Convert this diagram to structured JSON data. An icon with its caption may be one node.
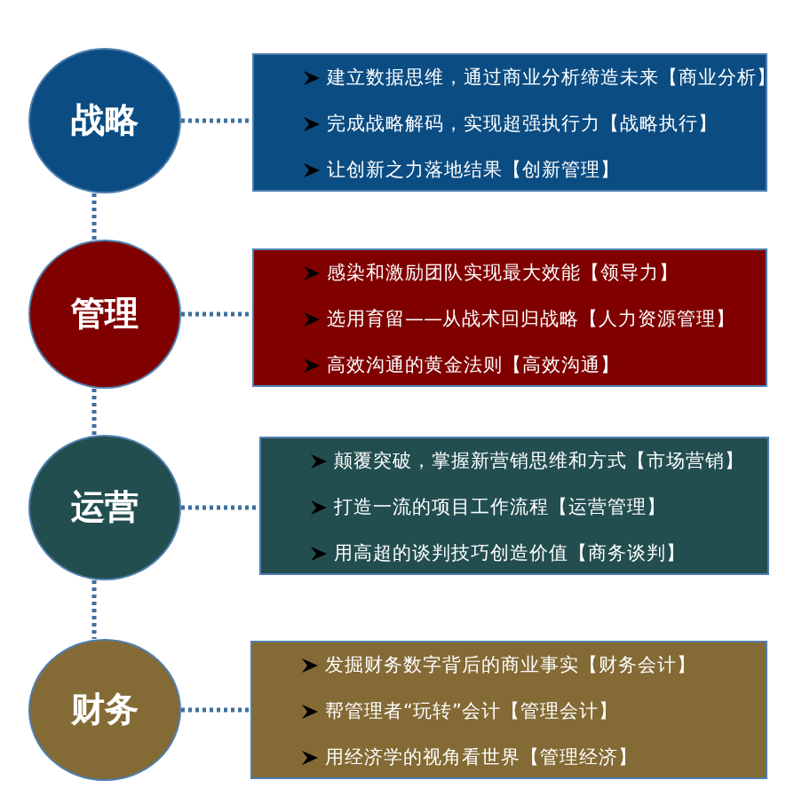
{
  "diagram": {
    "nodes": [
      {
        "text": [
          "战略"
        ]
      },
      {
        "text": [
          "建立数据思维，通过商业分析缔造未来【商业分析】",
          "完成战略解码，实现超强执行力【战略执行】",
          "让创新之力落地结果【创新管理】"
        ]
      },
      {
        "text": [
          "管理"
        ]
      },
      {
        "text": [
          "感染和激励团队实现最大效能【领导力】",
          "选用育留——从战术回归战略【人力资源管理】",
          "高效沟通的黄金法则【高效沟通】"
        ]
      },
      {
        "text": [
          "运营"
        ]
      },
      {
        "text": [
          "颠覆突破，掌握新营销思维和方式【市场营销】",
          "打造一流的项目工作流程【运营管理】",
          "用高超的谈判技巧创造价值【商务谈判】"
        ]
      },
      {
        "text": [
          "财务"
        ]
      },
      {
        "text": [
          "发掘财务数字背后的商业事实【财务会计】",
          "帮管理者“玩转”会计【管理会计】",
          "用经济学的视角看世界【管理经济】"
        ]
      }
    ],
    "edges": [
      {
        "from": 0,
        "to": 1,
        "arrow": "none",
        "style": "dashed"
      },
      {
        "from": 2,
        "to": 3,
        "arrow": "none",
        "style": "dashed"
      },
      {
        "from": 4,
        "to": 5,
        "arrow": "none",
        "style": "dashed"
      },
      {
        "from": 6,
        "to": 7,
        "arrow": "none",
        "style": "dashed"
      },
      {
        "from": 0,
        "to": 2,
        "arrow": "none",
        "style": "dashed"
      },
      {
        "from": 2,
        "to": 4,
        "arrow": "none",
        "style": "dashed"
      },
      {
        "from": 4,
        "to": 6,
        "arrow": "none",
        "style": "dashed"
      }
    ]
  }
}
